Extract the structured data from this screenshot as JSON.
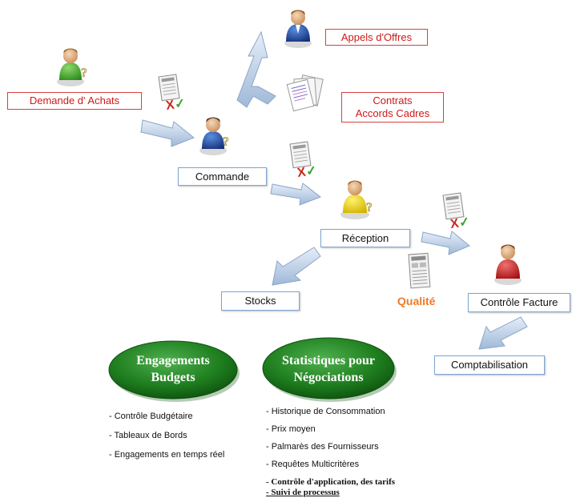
{
  "nodes": {
    "demande_achats": "Demande d' Achats",
    "appels_offres": "Appels d'Offres",
    "contrats_line1": "Contrats",
    "contrats_line2": "Accords Cadres",
    "commande": "Commande",
    "reception": "Réception",
    "stocks": "Stocks",
    "qualite": "Qualité",
    "controle_facture": "Contrôle Facture",
    "comptabilisation": "Comptabilisation"
  },
  "ellipses": {
    "left": {
      "line1": "Engagements",
      "line2": "Budgets"
    },
    "right": {
      "line1": "Statistiques pour",
      "line2": "Négociations"
    }
  },
  "left_list": [
    "- Contrôle Budgétaire",
    "- Tableaux de Bords",
    "- Engagements en temps réel"
  ],
  "right_list": [
    "- Historique de Consommation",
    "- Prix moyen",
    "- Palmarès des Fournisseurs",
    "- Requêtes Multicritères",
    "- Contrôle d'application, des tarifs",
    "- Suivi de processus"
  ],
  "colors": {
    "red_box_border": "#d94040",
    "red_box_text": "#d01818",
    "blue_box_border": "#7ea4d2",
    "qualite_text": "#f07a2a",
    "ellipse_green": "#1e7a1e",
    "arrow_blue": "#a9c4e2"
  },
  "icons": {
    "persons": [
      "green-person-icon",
      "blue-person-icon",
      "blue-person-icon",
      "yellow-person-icon",
      "red-person-icon"
    ],
    "documents": [
      "checklist-icon",
      "document-stack-icon",
      "report-icon"
    ]
  }
}
